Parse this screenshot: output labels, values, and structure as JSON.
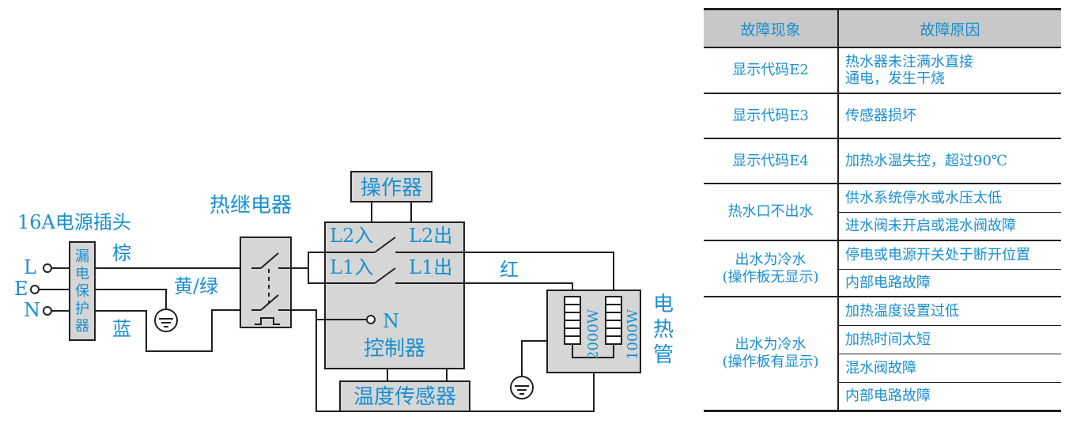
{
  "circuit": {
    "plug_label": "16A电源插头",
    "terminals": {
      "L": "L",
      "E": "E",
      "N": "N"
    },
    "leakage_protector_chars": [
      "漏",
      "电",
      "保",
      "护",
      "器"
    ],
    "wire_colors": {
      "brown": "棕",
      "yellow_green": "黄/绿",
      "blue": "蓝",
      "red": "红"
    },
    "thermal_relay_label": "热继电器",
    "operator_label": "操作器",
    "controller": {
      "l2_in": "L2入",
      "l2_out": "L2出",
      "l1_in": "L1入",
      "l1_out": "L1出",
      "n": "N",
      "label": "控制器"
    },
    "temp_sensor_label": "温度传感器",
    "heater": {
      "label_chars": [
        "电",
        "热",
        "管"
      ],
      "power_a": "2000W",
      "power_b": "1000W"
    }
  },
  "fault_table": {
    "headers": {
      "symptom": "故障现象",
      "cause": "故障原因"
    },
    "rows": [
      {
        "symptom": "显示代码E2",
        "causes": [
          "热水器未注满水直接\n通电，发生干烧"
        ]
      },
      {
        "symptom": "显示代码E3",
        "causes": [
          "传感器损坏"
        ]
      },
      {
        "symptom": "显示代码E4",
        "causes": [
          "加热水温失控，超过90℃"
        ]
      },
      {
        "symptom": "热水口不出水",
        "causes": [
          "供水系统停水或水压太低",
          "进水阀未开启或混水阀故障"
        ]
      },
      {
        "symptom": "出水为冷水\n(操作板无显示)",
        "causes": [
          "停电或电源开关处于断开位置",
          "内部电路故障"
        ]
      },
      {
        "symptom": "出水为冷水\n(操作板有显示)",
        "causes": [
          "加热温度设置过低",
          "加热时间太短",
          "混水阀故障",
          "内部电路故障"
        ]
      }
    ]
  }
}
